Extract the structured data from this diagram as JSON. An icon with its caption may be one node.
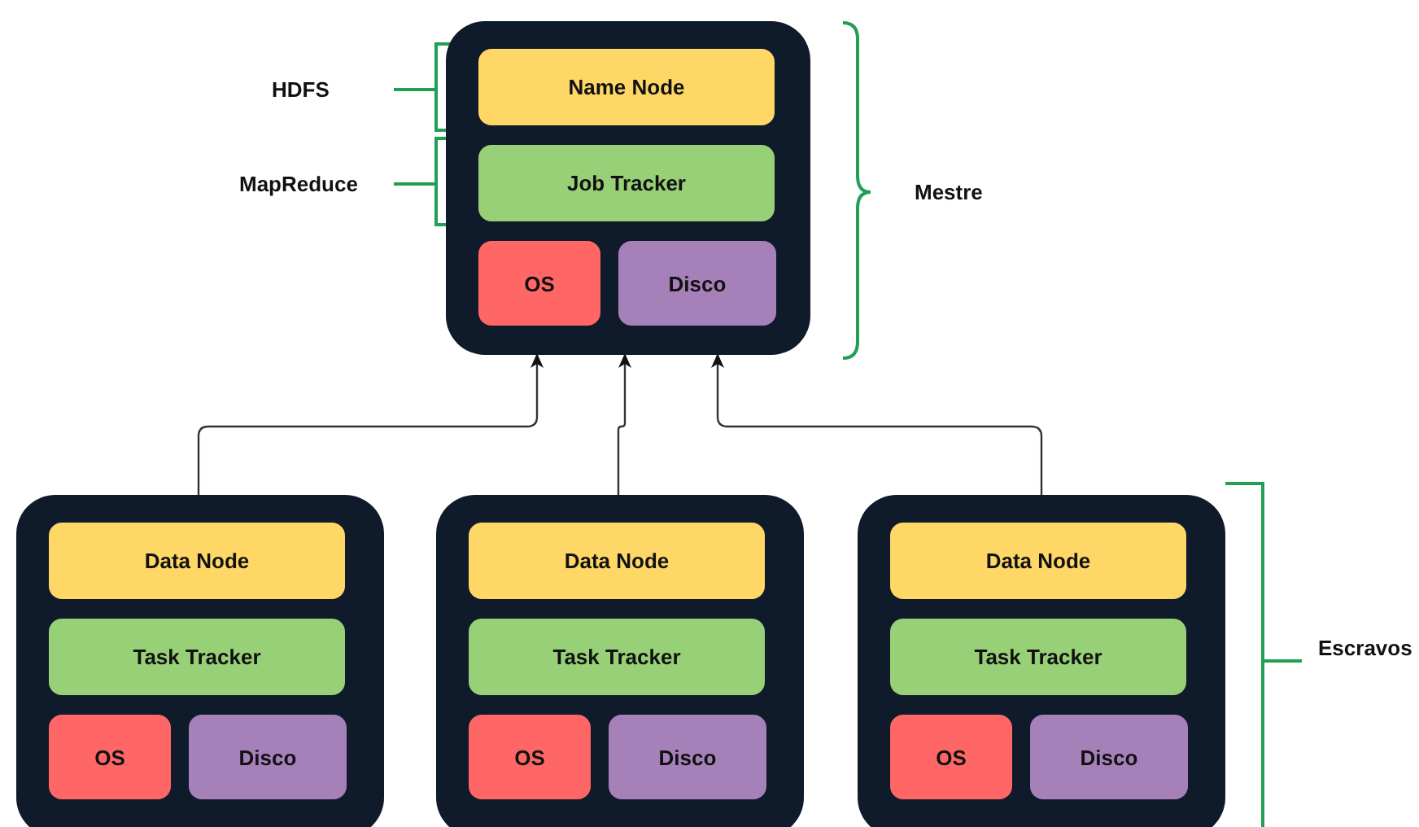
{
  "diagram": {
    "nodes": [
      {
        "text": [],
        "shape": "box"
      },
      {
        "text": [
          "Name Node"
        ],
        "in": 0
      },
      {
        "text": [
          "Job Tracker"
        ],
        "in": 0
      },
      {
        "text": [
          "OS"
        ],
        "in": 0
      },
      {
        "text": [
          "Disco"
        ],
        "in": 0
      },
      {
        "text": [],
        "shape": "box"
      },
      {
        "text": [
          "Data Node"
        ],
        "in": 5
      },
      {
        "text": [
          "Task Tracker"
        ],
        "in": 5
      },
      {
        "text": [
          "OS"
        ],
        "in": 5
      },
      {
        "text": [
          "Disco"
        ],
        "in": 5
      },
      {
        "text": [],
        "shape": "box"
      },
      {
        "text": [
          "Data Node"
        ],
        "in": 10
      },
      {
        "text": [
          "Task Tracker"
        ],
        "in": 10
      },
      {
        "text": [
          "OS"
        ],
        "in": 10
      },
      {
        "text": [
          "Disco"
        ],
        "in": 10
      },
      {
        "text": [],
        "shape": "box"
      },
      {
        "text": [
          "Data Node"
        ],
        "in": 15
      },
      {
        "text": [
          "Task Tracker"
        ],
        "in": 15
      },
      {
        "text": [
          "OS"
        ],
        "in": 15
      },
      {
        "text": [
          "Disco"
        ],
        "in": 15
      }
    ],
    "edges": [
      {
        "from": 5,
        "to": 0,
        "arrow": "to"
      },
      {
        "from": 10,
        "to": 0,
        "arrow": "to"
      },
      {
        "from": 15,
        "to": 0,
        "arrow": "to"
      }
    ],
    "labels": [
      "HDFS",
      "MapReduce",
      "Mestre",
      "Escravos"
    ]
  }
}
